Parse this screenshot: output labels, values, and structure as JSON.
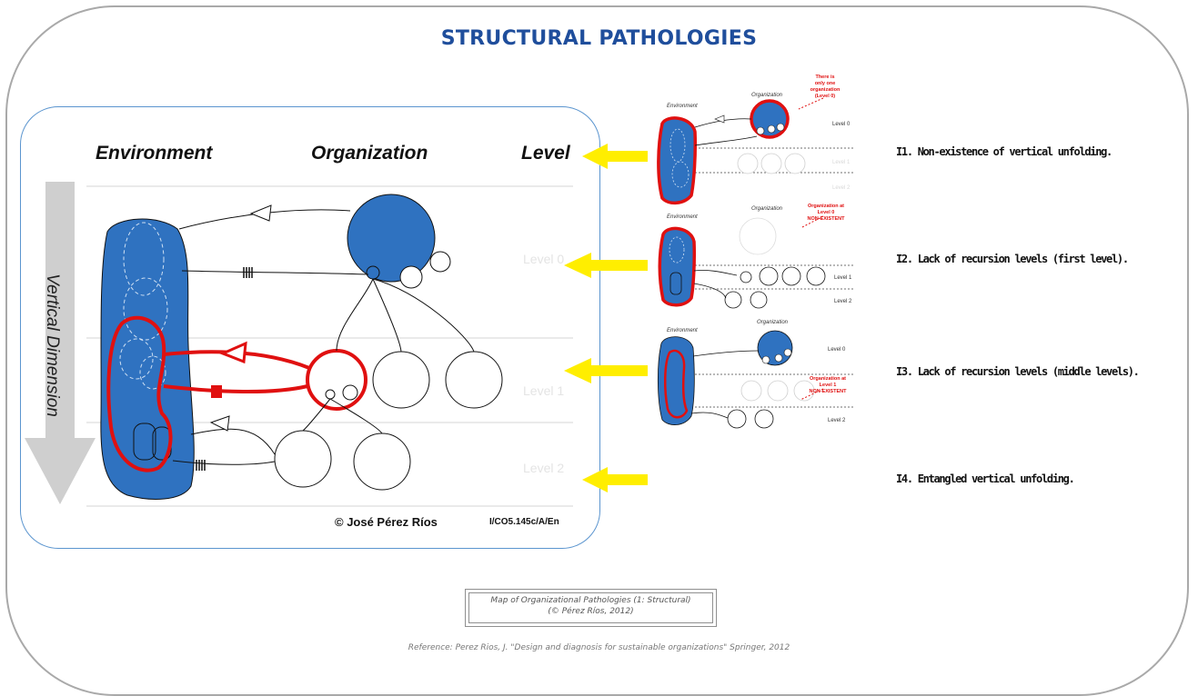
{
  "title": "STRUCTURAL PATHOLOGIES",
  "main_diagram": {
    "header_environment": "Environment",
    "header_organization": "Organization",
    "header_level": "Level",
    "vertical_dimension": "Vertical Dimension",
    "level_labels": [
      "Level 0",
      "Level 1",
      "Level 2"
    ],
    "copyright": "© José Pérez Ríos",
    "code": "I/CO5.145c/A/En"
  },
  "thumbnails": {
    "t1": {
      "environment": "Environment",
      "organization": "Organization",
      "note": [
        "There is",
        "only one",
        "organization",
        "(Level 0)"
      ],
      "levels": [
        "Level 0",
        "Level 1",
        "Level 2"
      ]
    },
    "t2": {
      "environment": "Environment",
      "organization": "Organization",
      "note": [
        "Organization at",
        "Level 0",
        "NON-EXISTENT"
      ],
      "levels": [
        "Level 1",
        "Level 2"
      ]
    },
    "t3": {
      "environment": "Environment",
      "organization": "Organization",
      "note": [
        "Organization at",
        "Level 1",
        "NON-EXISTENT"
      ],
      "levels": [
        "Level 0",
        "Level 2"
      ]
    }
  },
  "pathologies": [
    "I1. Non-existence of vertical unfolding.",
    "I2. Lack of recursion levels (first level).",
    "I3. Lack of recursion levels (middle levels).",
    "I4. Entangled vertical unfolding."
  ],
  "map_caption": {
    "line1": "Map of Organizational Pathologies (1: Structural)",
    "line2": "(© Pérez Ríos, 2012)"
  },
  "reference": "Reference: Perez Rios, J. \"Design and diagnosis for sustainable organizations\" Springer, 2012",
  "colors": {
    "title": "#1f4e9c",
    "org_blue": "#2f72c0",
    "pathology_red": "#e01010",
    "arrow_yellow": "#ffee00",
    "frame_gray": "#a9a9a9"
  }
}
